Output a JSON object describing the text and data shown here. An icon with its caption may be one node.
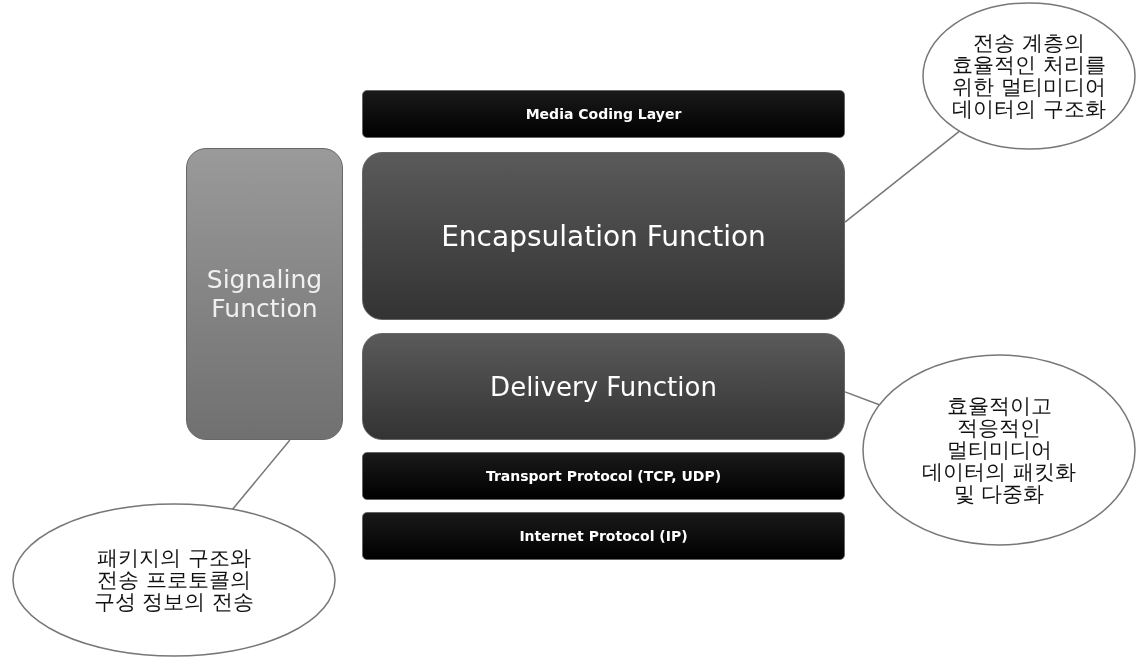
{
  "diagram": {
    "nodes": [
      {
        "text": [
          "Media Coding Layer"
        ]
      },
      {
        "text": [
          "Signaling Function"
        ]
      },
      {
        "text": [
          "Encapsulation Function"
        ]
      },
      {
        "text": [
          "Delivery Function"
        ]
      },
      {
        "text": [
          "Transport Protocol (TCP, UDP)"
        ]
      },
      {
        "text": [
          "Internet Protocol (IP)"
        ]
      },
      {
        "text": [
          "전송 계층의 효율적인 처리를 위한 멀티미디어 데이터의 구조화"
        ]
      },
      {
        "text": [
          "효율적이고 적응적인 멀티미디어 데이터의 패킷화 및 다중화"
        ]
      },
      {
        "text": [
          "패키지의 구조와 전송 프로토콜의 구성 정보의 전송"
        ]
      }
    ],
    "edges": [
      {
        "from": 6,
        "to": 2,
        "arrow": "none"
      },
      {
        "from": 7,
        "to": 3,
        "arrow": "none"
      },
      {
        "from": 8,
        "to": 1,
        "arrow": "none"
      }
    ]
  }
}
